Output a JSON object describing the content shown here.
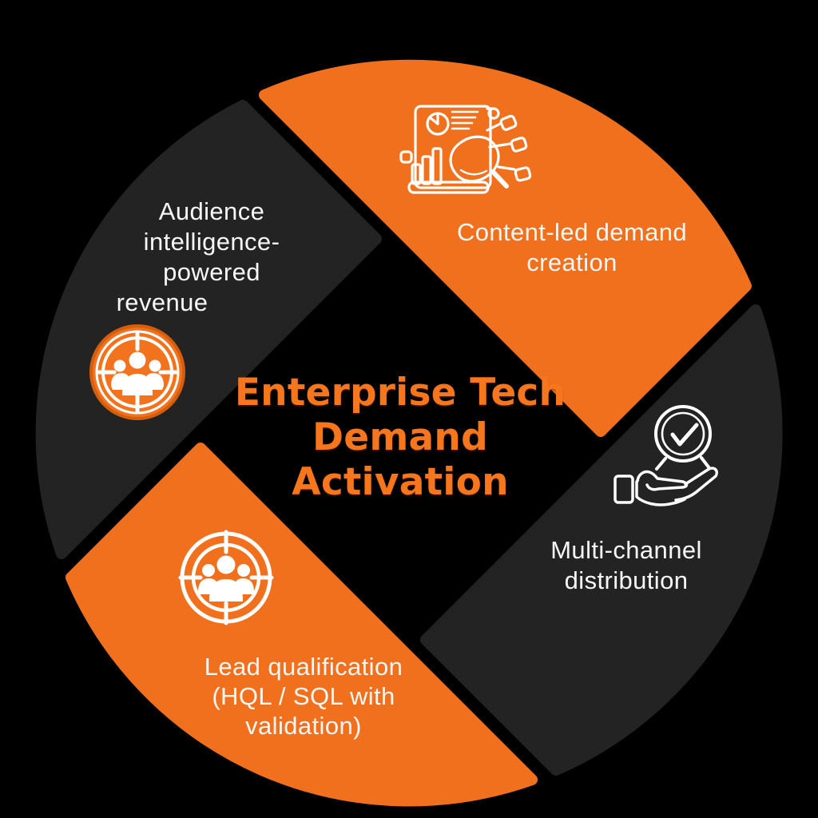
{
  "title": {
    "line1": "Enterprise Tech",
    "line2": "Demand Activation"
  },
  "colors": {
    "background": "#000000",
    "orange_segment": "#F0701E",
    "dark_segment": "#232323",
    "title_orange": "#F5761D",
    "label_text": "#F7F7F7",
    "icon_stroke": "#FFFFFF",
    "badge_orange": "#F2721E"
  },
  "segments": [
    {
      "id": "audience-intelligence-powered-revenue",
      "position": "top-left",
      "color": "#232323",
      "icon": "audience-target-badge-icon",
      "lines": [
        "Audience",
        "intelligence-",
        "powered",
        "revenue"
      ]
    },
    {
      "id": "content-led-demand-creation",
      "position": "top-right",
      "color": "#F0701E",
      "icon": "content-document-icon",
      "lines": [
        "Content-led demand",
        "creation"
      ]
    },
    {
      "id": "multi-channel-distribution",
      "position": "right",
      "color": "#232323",
      "icon": "hand-magnifier-check-icon",
      "lines": [
        "Multi-channel",
        "distribution"
      ]
    },
    {
      "id": "lead-qualification",
      "position": "bottom-left",
      "color": "#F0701E",
      "icon": "audience-target-outline-icon",
      "lines": [
        "Lead qualification",
        "(HQL / SQL with",
        "validation)"
      ]
    }
  ]
}
